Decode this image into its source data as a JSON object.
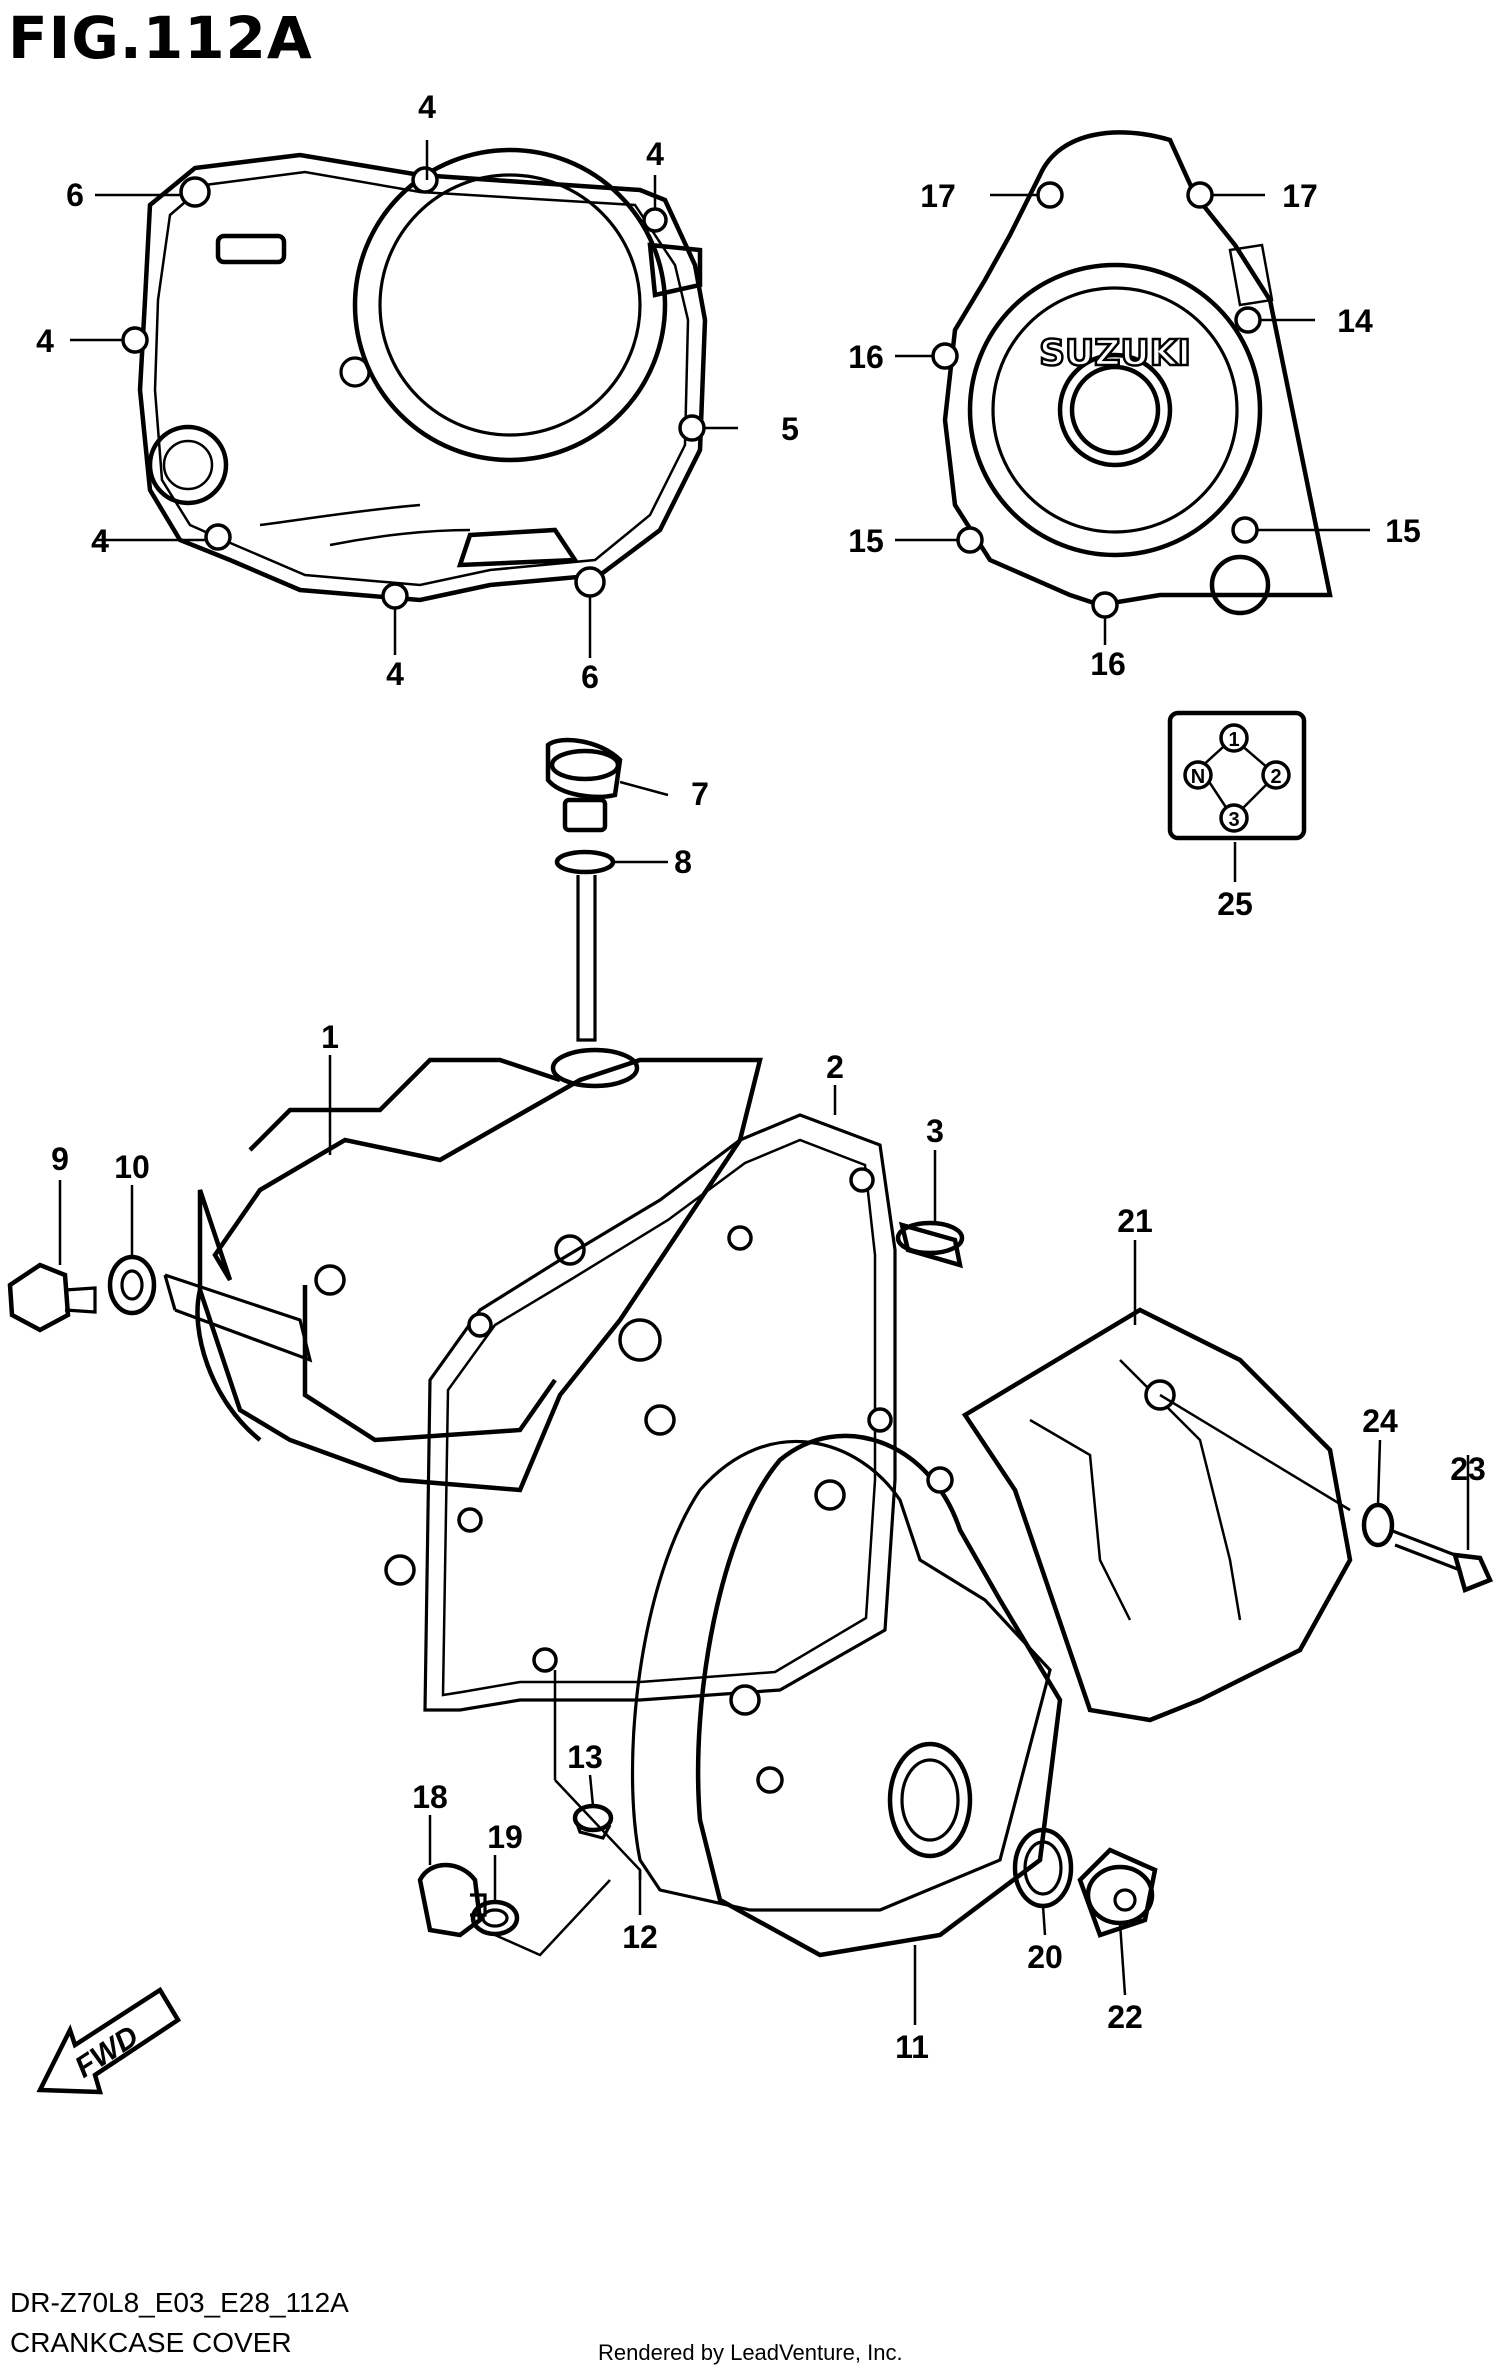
{
  "figure": {
    "title": "FIG.112A",
    "code": "DR-Z70L8_E03_E28_112A",
    "name": "CRANKCASE COVER",
    "credit": "Rendered by LeadVenture, Inc.",
    "brand_text": "SUZUKI",
    "fwd_text": "FWD"
  },
  "gear_indicator": {
    "positions": [
      "1",
      "N",
      "2",
      "3"
    ]
  },
  "callouts": [
    {
      "id": "c1",
      "text": "1"
    },
    {
      "id": "c2",
      "text": "2"
    },
    {
      "id": "c3",
      "text": "3"
    },
    {
      "id": "c4a",
      "text": "4"
    },
    {
      "id": "c4b",
      "text": "4"
    },
    {
      "id": "c4c",
      "text": "4"
    },
    {
      "id": "c4d",
      "text": "4"
    },
    {
      "id": "c4e",
      "text": "4"
    },
    {
      "id": "c5",
      "text": "5"
    },
    {
      "id": "c6a",
      "text": "6"
    },
    {
      "id": "c6b",
      "text": "6"
    },
    {
      "id": "c7",
      "text": "7"
    },
    {
      "id": "c8",
      "text": "8"
    },
    {
      "id": "c9",
      "text": "9"
    },
    {
      "id": "c10",
      "text": "10"
    },
    {
      "id": "c11",
      "text": "11"
    },
    {
      "id": "c12",
      "text": "12"
    },
    {
      "id": "c13",
      "text": "13"
    },
    {
      "id": "c14",
      "text": "14"
    },
    {
      "id": "c15a",
      "text": "15"
    },
    {
      "id": "c15b",
      "text": "15"
    },
    {
      "id": "c16a",
      "text": "16"
    },
    {
      "id": "c16b",
      "text": "16"
    },
    {
      "id": "c17a",
      "text": "17"
    },
    {
      "id": "c17b",
      "text": "17"
    },
    {
      "id": "c18",
      "text": "18"
    },
    {
      "id": "c19",
      "text": "19"
    },
    {
      "id": "c20",
      "text": "20"
    },
    {
      "id": "c21",
      "text": "21"
    },
    {
      "id": "c22",
      "text": "22"
    },
    {
      "id": "c23",
      "text": "23"
    },
    {
      "id": "c24",
      "text": "24"
    },
    {
      "id": "c25",
      "text": "25"
    }
  ]
}
